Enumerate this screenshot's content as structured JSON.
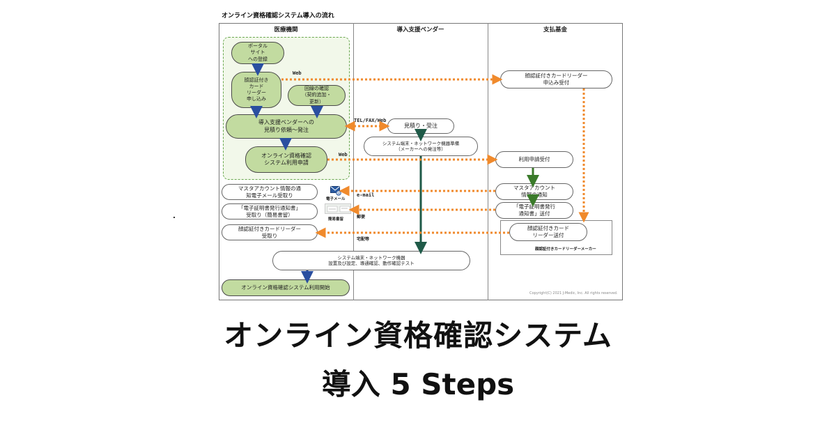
{
  "diagram": {
    "title": "オンライン資格確認システム導入の流れ",
    "columns": [
      "医療機関",
      "導入支援ベンダー",
      "支払基金"
    ],
    "nodes": {
      "portal": "ポータル\nサイト\nへの登録",
      "card_reader_apply": "顔認証付き\nカード\nリーダー\n申し込み",
      "line_check": "回線の確認\n（契約追加・\n更新）",
      "vendor_request": "導入支援ベンダーへの\n見積り依頼〜発注",
      "system_apply": "オンライン資格確認\nシステム利用申請",
      "master_account_receive": "マスタアカウント情報の通\n知電子メール受取り",
      "cert_receive": "「電子証明書発行通知書」\n受取り（簡易書留）",
      "card_reader_receive": "顔認証付きカードリーダー\n受取り",
      "estimate_order": "見積り・受注",
      "device_prep": "システム端末・ネットワーク機器準備\n（メーカーへの発注等）",
      "install_test": "システム端末・ネットワーク機器\n設置及び設定、導通確認、動作確認テスト",
      "start_use": "オンライン資格確認システム利用開始",
      "card_reader_accept": "顔認証付きカードリーダー\n申込み受付",
      "usage_accept": "利用申請受付",
      "master_account_notify": "マスタアカウント\n情報の通知",
      "cert_send": "「電子証明書発行\n通知書」送付",
      "card_reader_send": "顔認証付きカード\nリーダー送付"
    },
    "labels": {
      "web1": "Web",
      "tel_fax_web": "TEL/FAX/Web",
      "web2": "Web",
      "email": "e-mail",
      "post": "郵便",
      "delivery": "宅配等",
      "email_icon_caption": "電子メール",
      "registered_mail_caption": "簡易書留",
      "maker": "顔認証付きカードリーダーメーカー"
    },
    "copyright": "Copyright(C) 2021 J-Medic, Inc. All rights reserved.",
    "colors": {
      "green_node": "#c2dba0",
      "green_zone_border": "#6aa84f",
      "blue_arrow": "#2a4fa0",
      "dark_green_arrow": "#1f5a48",
      "green_arrow": "#3a7a2a",
      "orange_dotted": "#f08a2c"
    }
  },
  "headline": {
    "line1": "オンライン資格確認システム",
    "line2": "導入 5 Steps"
  }
}
